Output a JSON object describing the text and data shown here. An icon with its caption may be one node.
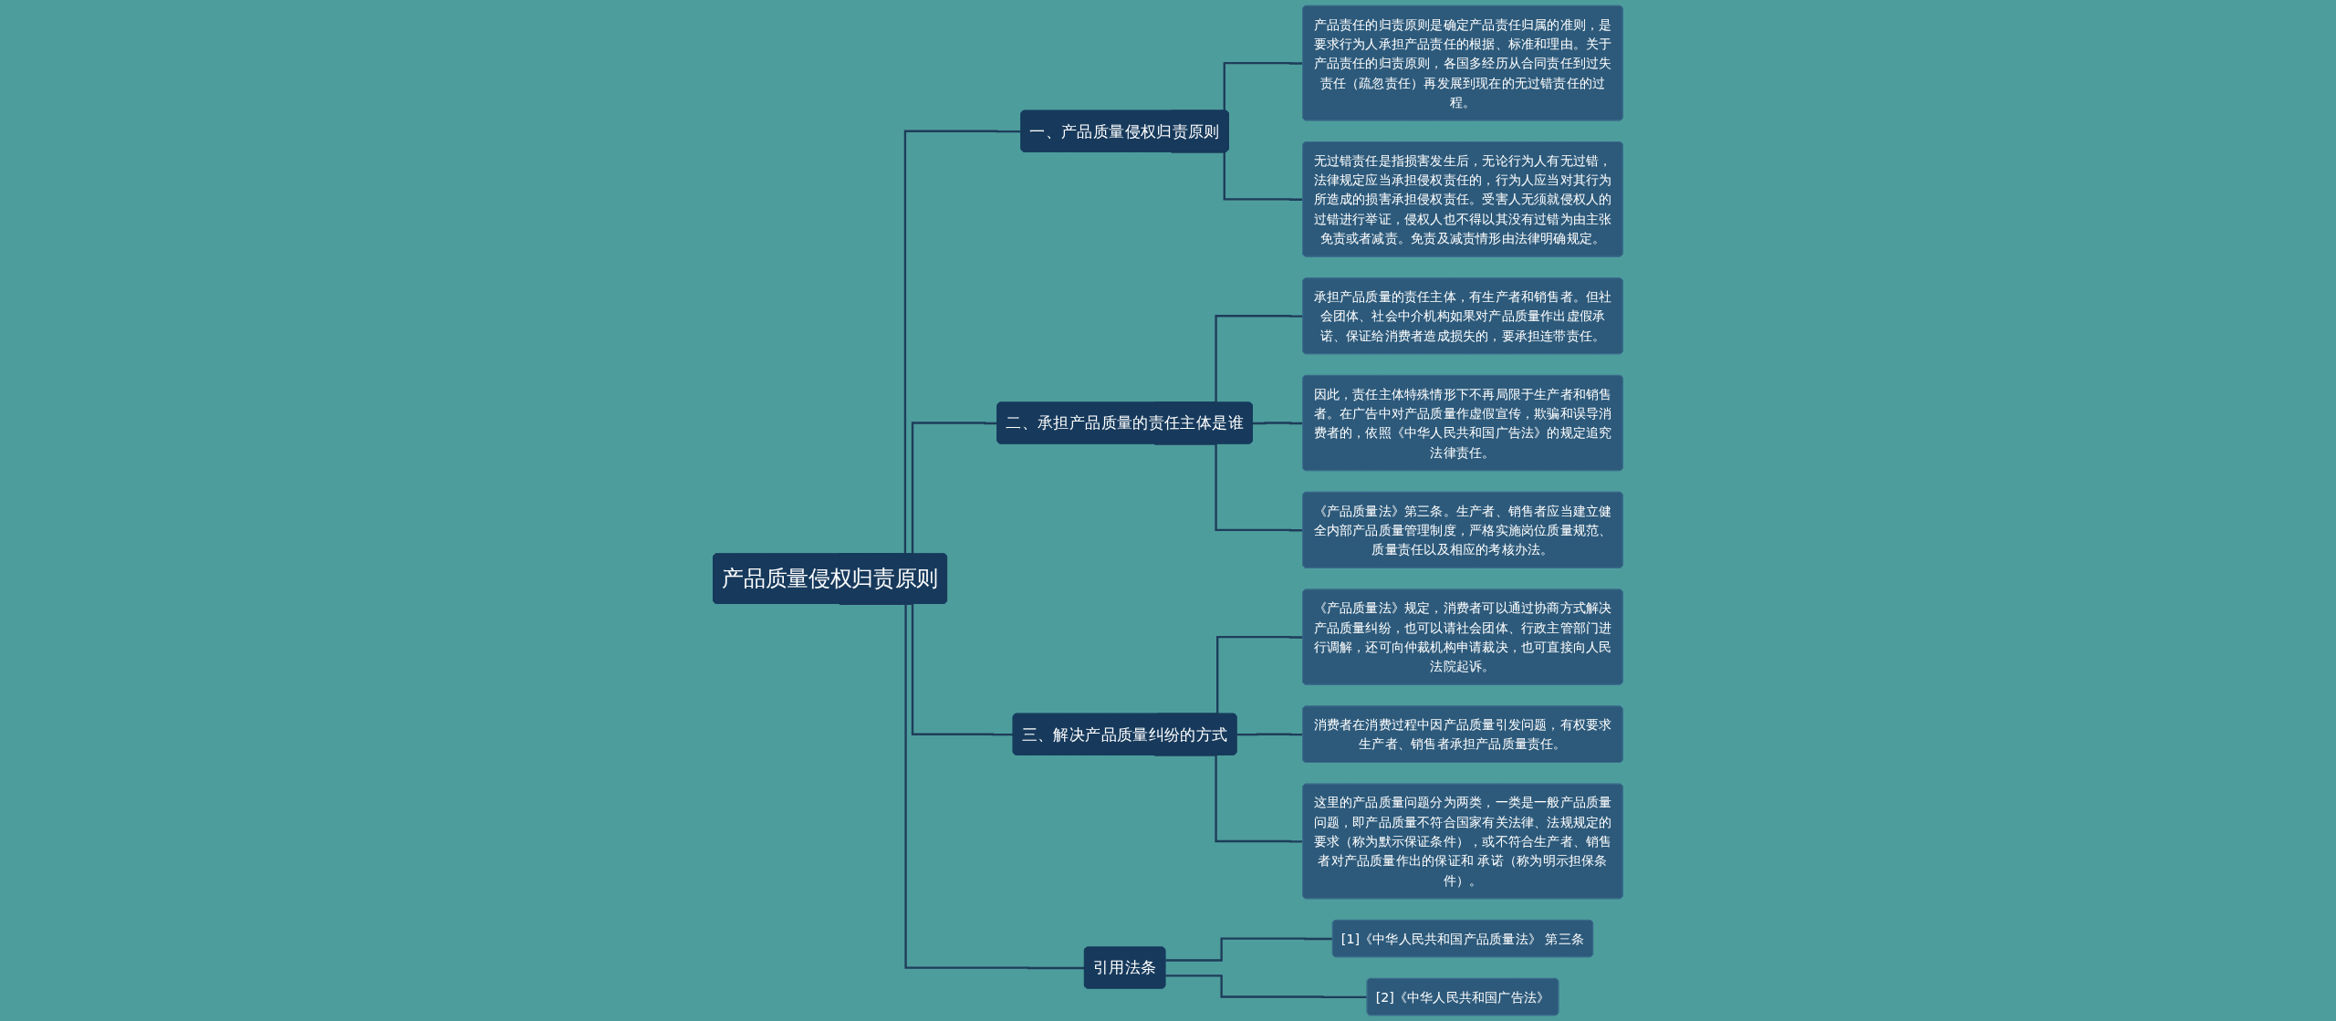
{
  "diagram": {
    "nodes": [
      {
        "text": [
          "产品质量侵权归责原则"
        ]
      },
      {
        "text": [
          "一、产品质量侵权归责原则"
        ]
      },
      {
        "text": [
          "产品责任的归责原则是确定产品责任归属的准则，是要求行为人承担产品责任的根据、标准和理由。关于产品责任的归责原则，各国多经历从合同责任到过失责任（疏忽责任）再发展到现在的无过错责任的过程。"
        ]
      },
      {
        "text": [
          "无过错责任是指损害发生后，无论行为人有无过错，法律规定应当承担侵权责任的，行为人应当对其行为所造成的损害承担侵权责任。受害人无须就侵权人的过错进行举证，侵权人也不得以其没有过错为由主张免责或者减责。免责及减责情形由法律明确规定。"
        ]
      },
      {
        "text": [
          "二、承担产品质量的责任主体是谁"
        ]
      },
      {
        "text": [
          "承担产品质量的责任主体，有生产者和销售者。但社会团体、社会中介机构如果对产品质量作出虚假承诺、保证给消费者造成损失的，要承担连带责任。"
        ]
      },
      {
        "text": [
          "因此，责任主体特殊情形下不再局限于生产者和销售者。在广告中对产品质量作虚假宣传，欺骗和误导消费者的，依照《中华人民共和国广告法》的规定追究法律责任。"
        ]
      },
      {
        "text": [
          "《产品质量法》第三条。生产者、销售者应当建立健全内部产品质量管理制度，严格实施岗位质量规范、质量责任以及相应的考核办法。"
        ]
      },
      {
        "text": [
          "三、解决产品质量纠纷的方式"
        ]
      },
      {
        "text": [
          "《产品质量法》规定，消费者可以通过协商方式解决产品质量纠纷，也可以请社会团体、行政主管部门进行调解，还可向仲裁机构申请裁决，也可直接向人民法院起诉。"
        ]
      },
      {
        "text": [
          "消费者在消费过程中因产品质量引发问题，有权要求生产者、销售者承担产品质量责任。"
        ]
      },
      {
        "text": [
          "这里的产品质量问题分为两类，一类是一般产品质量问题，即产品质量不符合国家有关法律、法规规定的要求（称为默示保证条件），或不符合生产者、销售者对产品质量作出的保证和 承诺（称为明示担保条件）。"
        ]
      },
      {
        "text": [
          "引用法条"
        ]
      },
      {
        "text": [
          "[1]《中华人民共和国产品质量法》 第三条"
        ]
      },
      {
        "text": [
          "[2]《中华人民共和国广告法》"
        ]
      }
    ],
    "edges": [
      {
        "from": 0,
        "to": 1,
        "arrow": "none"
      },
      {
        "from": 1,
        "to": 2,
        "arrow": "none"
      },
      {
        "from": 1,
        "to": 3,
        "arrow": "none"
      },
      {
        "from": 0,
        "to": 4,
        "arrow": "none"
      },
      {
        "from": 4,
        "to": 5,
        "arrow": "none"
      },
      {
        "from": 4,
        "to": 6,
        "arrow": "none"
      },
      {
        "from": 4,
        "to": 7,
        "arrow": "none"
      },
      {
        "from": 0,
        "to": 8,
        "arrow": "none"
      },
      {
        "from": 8,
        "to": 9,
        "arrow": "none"
      },
      {
        "from": 8,
        "to": 10,
        "arrow": "none"
      },
      {
        "from": 8,
        "to": 11,
        "arrow": "none"
      },
      {
        "from": 0,
        "to": 12,
        "arrow": "none"
      },
      {
        "from": 12,
        "to": 13,
        "arrow": "none"
      },
      {
        "from": 12,
        "to": 14,
        "arrow": "none"
      }
    ]
  }
}
